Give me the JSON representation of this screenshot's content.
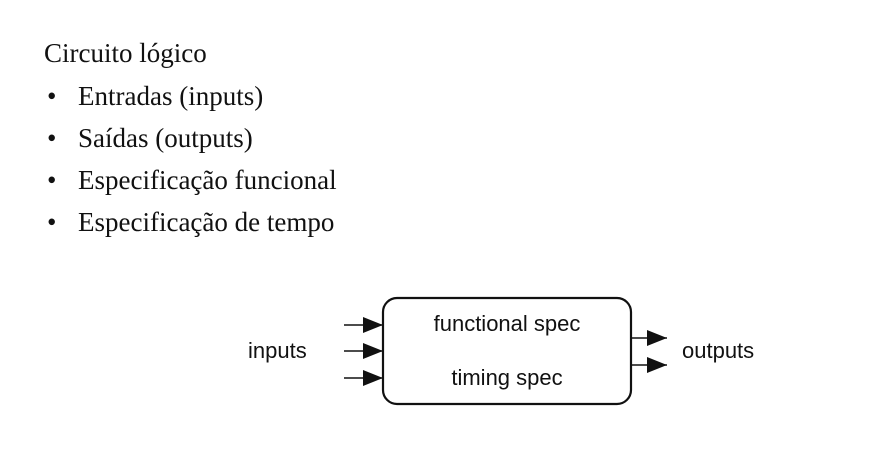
{
  "heading": "Circuito lógico",
  "bullets": [
    "Entradas (inputs)",
    "Saídas (outputs)",
    "Especificação funcional",
    "Especificação de tempo"
  ],
  "bullet_symbol": "•",
  "diagram": {
    "left_label": "inputs",
    "right_label": "outputs",
    "box_lines": [
      "functional spec",
      "timing spec"
    ]
  }
}
